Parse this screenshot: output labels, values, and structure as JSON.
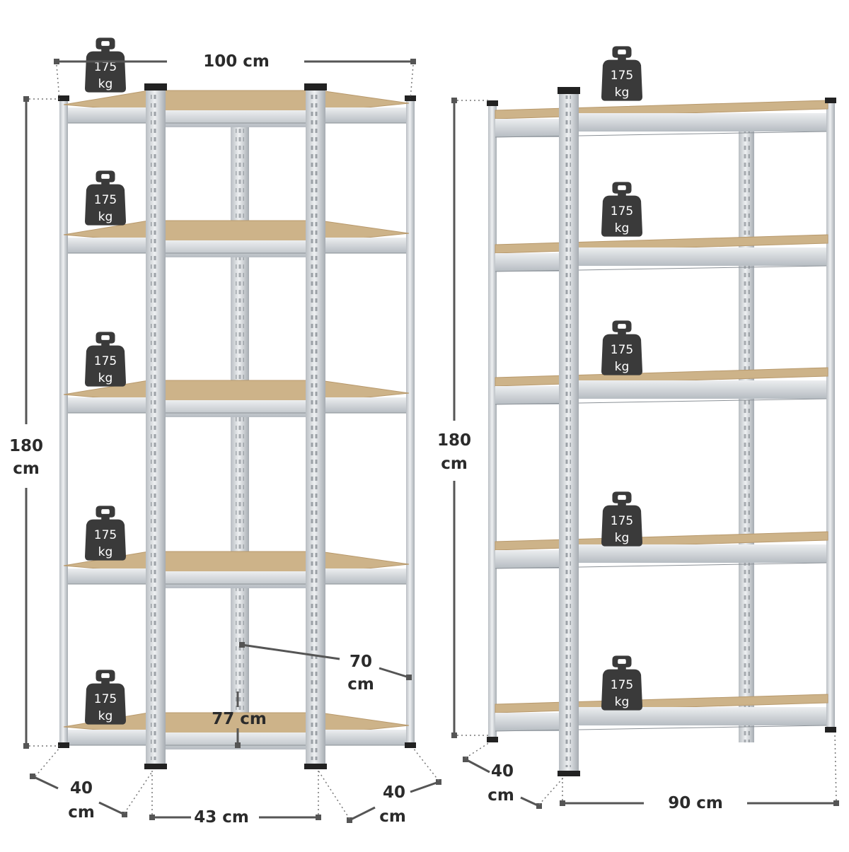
{
  "colors": {
    "background": "#ffffff",
    "frame_light": "#e3e6e9",
    "frame_mid": "#c3c8cd",
    "frame_dark": "#8a9096",
    "board_top": "#cdb389",
    "board_edge": "#b8996c",
    "dimension_line": "#555555",
    "weight_icon": "#3a3a3a",
    "weight_text": "#ffffff",
    "label_text": "#2b2b2b"
  },
  "weight_icon": "weight-icon",
  "load_label": {
    "value": "175",
    "unit": "kg"
  },
  "corner_unit": {
    "dimensions": {
      "width": "100 cm",
      "height_value": "180",
      "height_unit": "cm",
      "left_depth_value": "40",
      "left_depth_unit": "cm",
      "right_depth_value": "40",
      "right_depth_unit": "cm",
      "front_width": "43 cm",
      "inner_depth": "77 cm",
      "inner_diagonal_value": "70",
      "inner_diagonal_unit": "cm"
    },
    "shelf_count": 5
  },
  "straight_unit": {
    "dimensions": {
      "height_value": "180",
      "height_unit": "cm",
      "depth_value": "40",
      "depth_unit": "cm",
      "width": "90 cm"
    },
    "shelf_count": 5
  }
}
